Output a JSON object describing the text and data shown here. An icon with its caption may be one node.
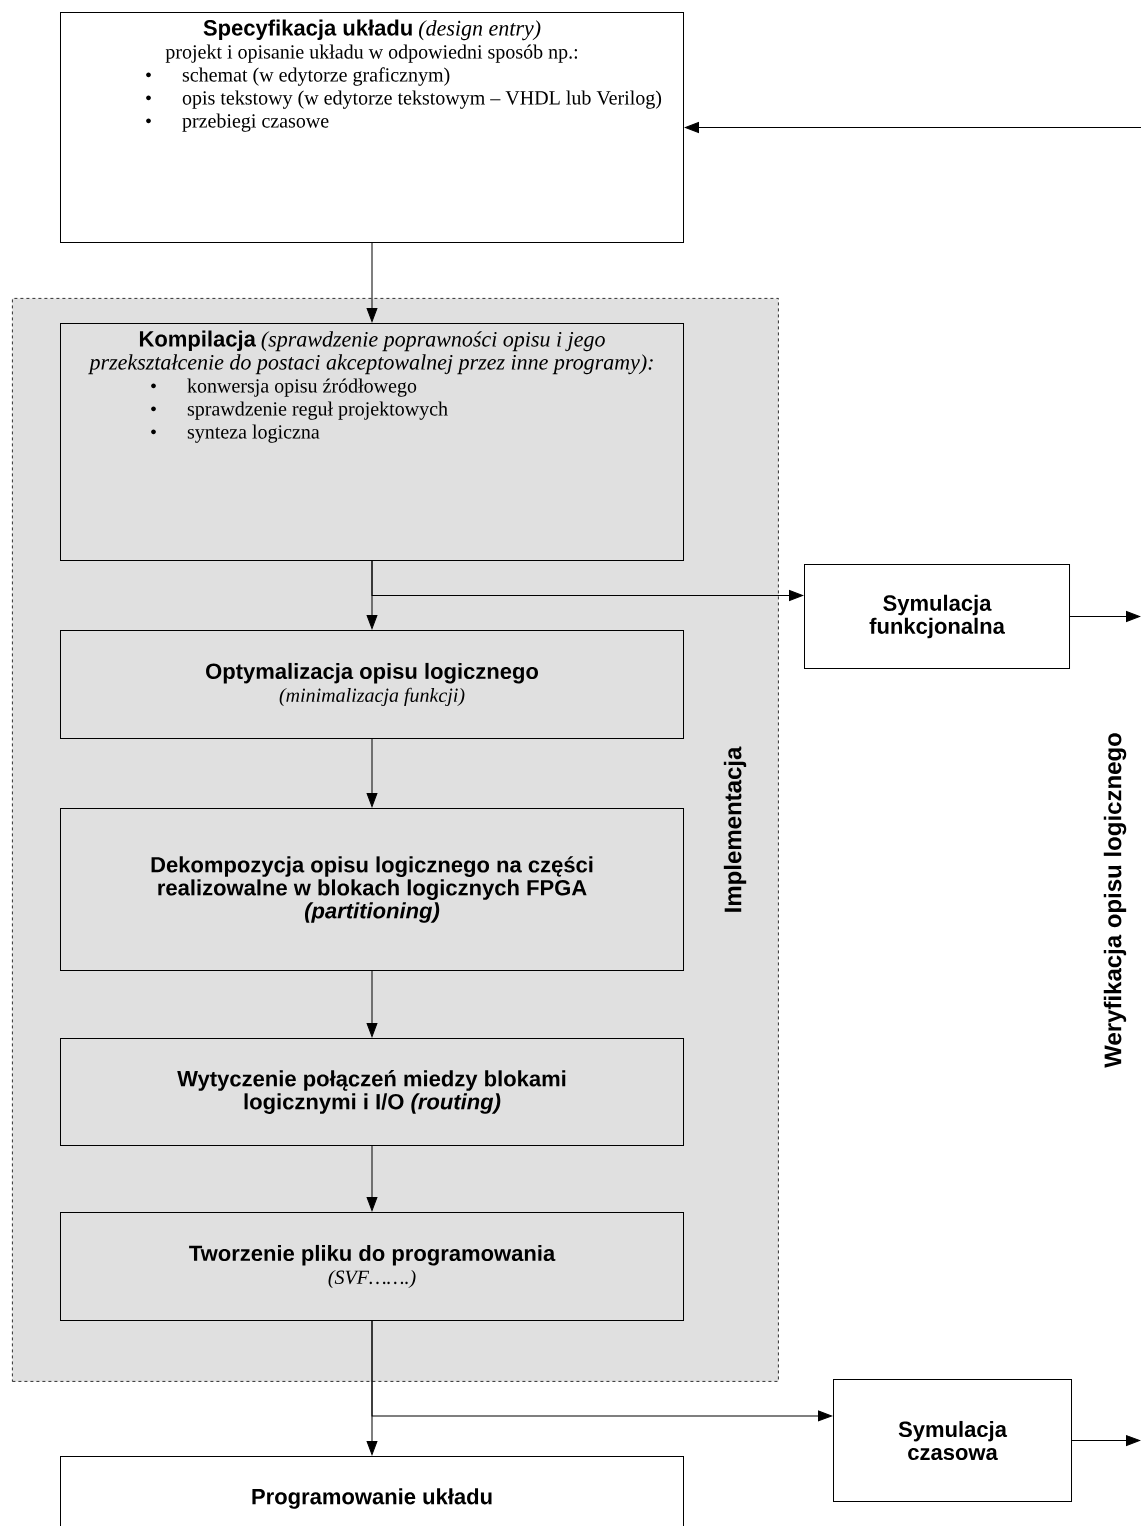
{
  "diagram": {
    "nodes": [
      {
        "text": [
          "Specyfikacja układu",
          "(design entry)",
          "projekt i opisanie układu w odpowiedni sposób np.:",
          "schemat (w edytorze graficznym)",
          "opis tekstowy (w edytorze tekstowym – VHDL lub Verilog)",
          "przebiegi czasowe"
        ]
      },
      {
        "text": [
          "Implementacja"
        ]
      },
      {
        "text": [
          "Kompilacja",
          "(sprawdzenie poprawności opisu i jego przekształcenie do postaci akceptowalnej przez inne programy):",
          "konwersja opisu źródłowego",
          "sprawdzenie reguł projektowych",
          "synteza logiczna"
        ],
        "in": 1
      },
      {
        "text": [
          "Optymalizacja opisu logicznego",
          "(minimalizacja funkcji)"
        ],
        "in": 1
      },
      {
        "text": [
          "Dekompozycja opisu logicznego na części realizowalne w blokach logicznych FPGA *(partitioning)*"
        ],
        "in": 1
      },
      {
        "text": [
          "Wytyczenie połączeń miedzy blokami logicznymi i I/O *(routing)*"
        ],
        "in": 1
      },
      {
        "text": [
          "Tworzenie pliku do programowania",
          "(SVF…….)"
        ],
        "in": 1
      },
      {
        "text": [
          "Programowanie układu"
        ]
      },
      {
        "text": [
          "Symulacja funkcjonalna"
        ]
      },
      {
        "text": [
          "Symulacja czasowa"
        ]
      }
    ],
    "edges": [
      {
        "from": null,
        "to": 0,
        "arrow": "to"
      },
      {
        "from": 0,
        "to": 2,
        "arrow": "to"
      },
      {
        "from": 2,
        "to": 3,
        "arrow": "to"
      },
      {
        "from": 2,
        "to": 8,
        "arrow": "to"
      },
      {
        "from": 3,
        "to": 4,
        "arrow": "to"
      },
      {
        "from": 4,
        "to": 5,
        "arrow": "to"
      },
      {
        "from": 5,
        "to": 6,
        "arrow": "to"
      },
      {
        "from": 6,
        "to": 7,
        "arrow": "to"
      },
      {
        "from": 6,
        "to": 9,
        "arrow": "to"
      },
      {
        "from": 8,
        "to": null,
        "arrow": "to"
      },
      {
        "from": 9,
        "to": null,
        "arrow": "to"
      }
    ],
    "labels": [
      "•",
      "•",
      "•",
      "•",
      "•",
      "•",
      "Weryfikacja opisu logicznego"
    ]
  }
}
